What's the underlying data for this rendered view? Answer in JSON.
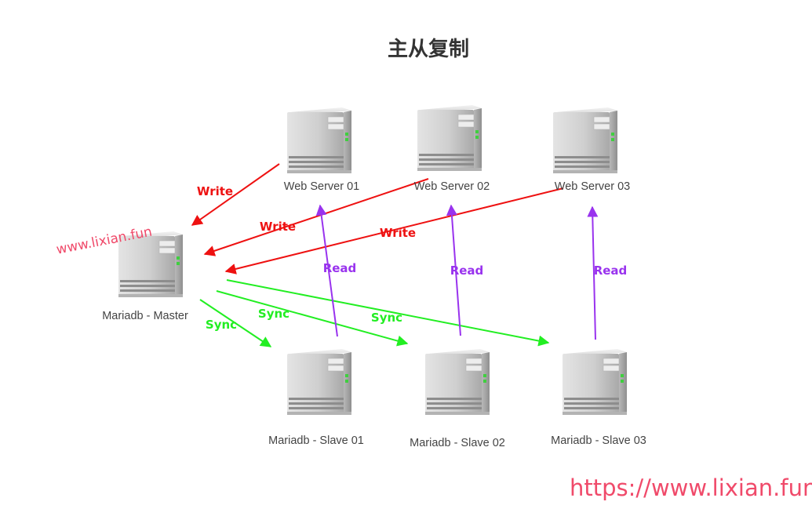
{
  "title": "主从复制",
  "watermark": "www.lixian.fun",
  "footer_url": "https://www.lixian.fun",
  "nodes": {
    "web1": "Web Server 01",
    "web2": "Web Server 02",
    "web3": "Web Server 03",
    "master": "Mariadb - Master",
    "slave1": "Mariadb - Slave 01",
    "slave2": "Mariadb - Slave 02",
    "slave3": "Mariadb - Slave 03"
  },
  "edges": {
    "write1": "Write",
    "write2": "Write",
    "write3": "Write",
    "sync1": "Sync",
    "sync2": "Sync",
    "sync3": "Sync",
    "read1": "Read",
    "read2": "Read",
    "read3": "Read"
  },
  "colors": {
    "write": "#ee1111",
    "sync": "#22ee22",
    "read": "#9933ee",
    "watermark": "#f04a6a"
  }
}
